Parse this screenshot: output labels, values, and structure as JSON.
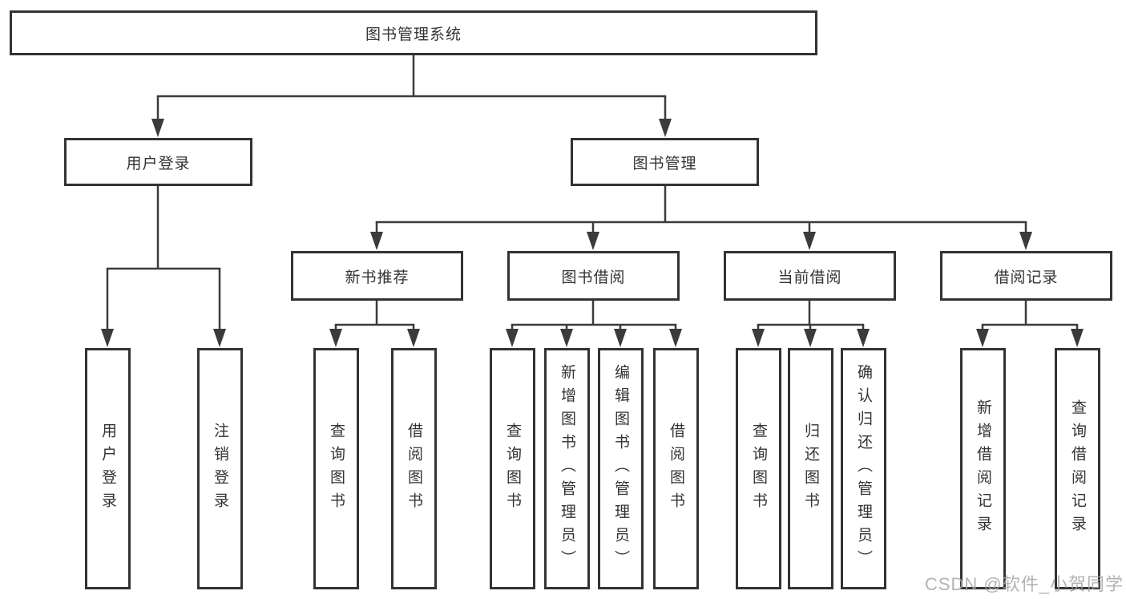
{
  "tree": {
    "root": {
      "label": "图书管理系统"
    },
    "branches": [
      {
        "label": "用户登录",
        "children": [
          {
            "label": "用户登录"
          },
          {
            "label": "注销登录"
          }
        ]
      },
      {
        "label": "图书管理",
        "children": [
          {
            "label": "新书推荐",
            "children": [
              {
                "label": "查询图书"
              },
              {
                "label": "借阅图书"
              }
            ]
          },
          {
            "label": "图书借阅",
            "children": [
              {
                "label": "查询图书"
              },
              {
                "label": "新增图书（管理员）"
              },
              {
                "label": "编辑图书（管理员）"
              },
              {
                "label": "借阅图书"
              }
            ]
          },
          {
            "label": "当前借阅",
            "children": [
              {
                "label": "查询图书"
              },
              {
                "label": "归还图书"
              },
              {
                "label": "确认归还（管理员）"
              }
            ]
          },
          {
            "label": "借阅记录",
            "children": [
              {
                "label": "新增借阅记录"
              },
              {
                "label": "查询借阅记录"
              }
            ]
          }
        ]
      }
    ]
  },
  "watermark": {
    "text": "CSDN @软件_小贺同学"
  },
  "colors": {
    "line": "#3b3b3b",
    "box_border": "#333333",
    "box_background": "#ffffff",
    "text": "#333333",
    "watermark": "#aaa4a7"
  }
}
